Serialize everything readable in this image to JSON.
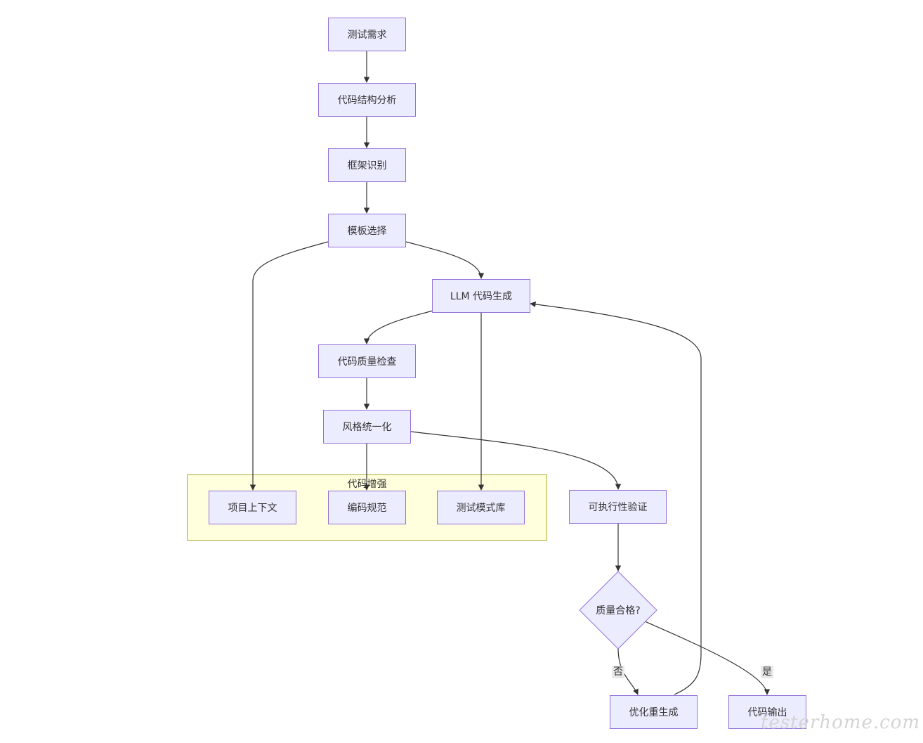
{
  "diagram": {
    "nodes": {
      "test_req": "测试需求",
      "code_struct": "代码结构分析",
      "framework": "框架识别",
      "template": "模板选择",
      "llm_gen": "LLM 代码生成",
      "quality_check": "代码质量检查",
      "style_unify": "风格统一化",
      "project_ctx": "项目上下文",
      "coding_std": "编码规范",
      "test_patterns": "测试模式库",
      "exec_verify": "可执行性验证",
      "quality_ok": "质量合格?",
      "regen": "优化重生成",
      "code_output": "代码输出"
    },
    "cluster": {
      "label": "代码增强"
    },
    "edge_labels": {
      "no": "否",
      "yes": "是"
    },
    "colors": {
      "node_fill": "#ececff",
      "node_stroke": "#9370db",
      "cluster_fill": "#ffffde",
      "cluster_stroke": "#aaaa33",
      "edge": "#333333"
    }
  },
  "watermark": "testerhome.com"
}
